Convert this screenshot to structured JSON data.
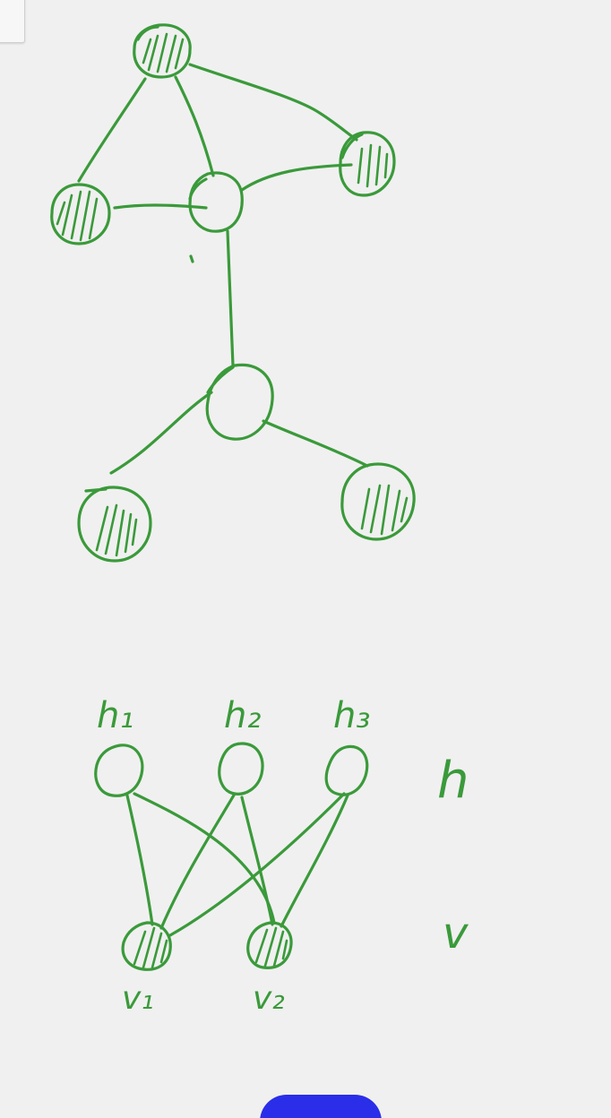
{
  "labels": {
    "h1": "h₁",
    "h2": "h₂",
    "h3": "h₃",
    "v1": "v₁",
    "v2": "v₂",
    "h_layer": "h",
    "v_layer": "v"
  },
  "colors": {
    "ink": "#3a9a3a",
    "background": "#f0f0f0",
    "button": "#2a2ee8"
  },
  "graph": {
    "nodes": [
      {
        "id": "top",
        "shaded": true
      },
      {
        "id": "left",
        "shaded": true
      },
      {
        "id": "center",
        "shaded": false
      },
      {
        "id": "right",
        "shaded": true
      },
      {
        "id": "middle",
        "shaded": false
      },
      {
        "id": "bottom-left",
        "shaded": true
      },
      {
        "id": "bottom-right",
        "shaded": true
      }
    ],
    "edges": [
      [
        "top",
        "left"
      ],
      [
        "top",
        "center"
      ],
      [
        "top",
        "right"
      ],
      [
        "left",
        "center"
      ],
      [
        "center",
        "right"
      ],
      [
        "center",
        "middle"
      ],
      [
        "middle",
        "bottom-left"
      ],
      [
        "middle",
        "bottom-right"
      ]
    ]
  },
  "rbm": {
    "hidden": [
      "h1",
      "h2",
      "h3"
    ],
    "visible": [
      "v1",
      "v2"
    ],
    "fully_connected": true
  }
}
